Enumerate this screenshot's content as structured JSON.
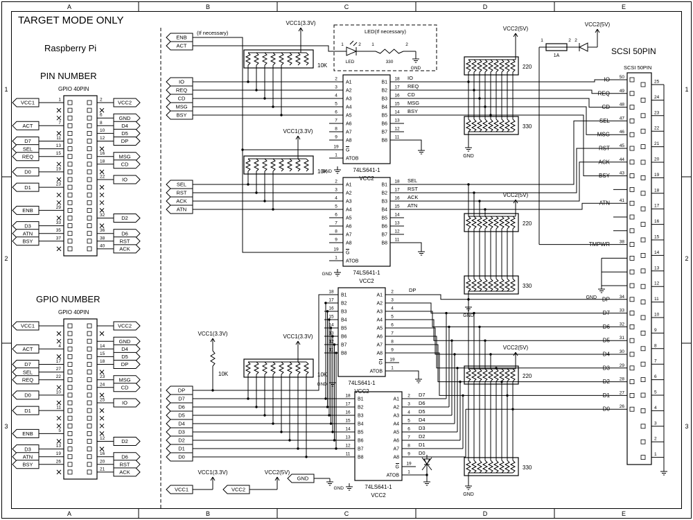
{
  "title": "TARGET MODE ONLY",
  "frame": {
    "cols": [
      "A",
      "B",
      "C",
      "D",
      "E"
    ],
    "rows": [
      "1",
      "2",
      "3"
    ]
  },
  "rpi": {
    "name": "Raspberry Pi",
    "pin_heading": "PIN NUMBER",
    "gpio_heading": "GPIO NUMBER",
    "connector_label": "GPIO 40PIN",
    "pin_left": [
      {
        "s": "VCC1",
        "n": "1",
        "row": 1
      },
      {
        "s": "ACT",
        "n": "7",
        "row": 4
      },
      {
        "s": "D7",
        "n": "11",
        "row": 6
      },
      {
        "s": "SEL",
        "n": "13",
        "row": 7
      },
      {
        "s": "REQ",
        "n": "15",
        "row": 8
      },
      {
        "s": "D0",
        "n": "19",
        "row": 10
      },
      {
        "s": "D1",
        "n": "23",
        "row": 12
      },
      {
        "s": "ENB",
        "n": "29",
        "row": 15
      },
      {
        "s": "D3",
        "n": "33",
        "row": 17
      },
      {
        "s": "ATN",
        "n": "35",
        "row": 18
      },
      {
        "s": "BSY",
        "n": "37",
        "row": 19
      }
    ],
    "pin_right": [
      {
        "s": "VCC2",
        "n": "2",
        "row": 1
      },
      {
        "s": "GND",
        "n": "6",
        "row": 3
      },
      {
        "s": "D4",
        "n": "8",
        "row": 4
      },
      {
        "s": "D5",
        "n": "10",
        "row": 5
      },
      {
        "s": "DP",
        "n": "12",
        "row": 6
      },
      {
        "s": "MSG",
        "n": "16",
        "row": 8
      },
      {
        "s": "CD",
        "n": "18",
        "row": 9
      },
      {
        "s": "IO",
        "n": "22",
        "row": 11
      },
      {
        "s": "D2",
        "n": "32",
        "row": 16
      },
      {
        "s": "D6",
        "n": "36",
        "row": 18
      },
      {
        "s": "RST",
        "n": "38",
        "row": 19
      },
      {
        "s": "ACK",
        "n": "40",
        "row": 20
      }
    ],
    "gpio_left": [
      {
        "s": "VCC1",
        "n": "",
        "row": 1
      },
      {
        "s": "ACT",
        "n": "4",
        "row": 4
      },
      {
        "s": "D7",
        "n": "17",
        "row": 6
      },
      {
        "s": "SEL",
        "n": "27",
        "row": 7
      },
      {
        "s": "REQ",
        "n": "22",
        "row": 8
      },
      {
        "s": "D0",
        "n": "10",
        "row": 10
      },
      {
        "s": "D1",
        "n": "11",
        "row": 12
      },
      {
        "s": "ENB",
        "n": "5",
        "row": 15
      },
      {
        "s": "D3",
        "n": "13",
        "row": 17
      },
      {
        "s": "ATN",
        "n": "19",
        "row": 18
      },
      {
        "s": "BSY",
        "n": "26",
        "row": 19
      }
    ],
    "gpio_right": [
      {
        "s": "VCC2",
        "n": "",
        "row": 1
      },
      {
        "s": "GND",
        "n": "",
        "row": 3
      },
      {
        "s": "D4",
        "n": "14",
        "row": 4
      },
      {
        "s": "D5",
        "n": "15",
        "row": 5
      },
      {
        "s": "DP",
        "n": "18",
        "row": 6
      },
      {
        "s": "MSG",
        "n": "23",
        "row": 8
      },
      {
        "s": "CD",
        "n": "24",
        "row": 9
      },
      {
        "s": "IO",
        "n": "25",
        "row": 11
      },
      {
        "s": "D2",
        "n": "12",
        "row": 16
      },
      {
        "s": "D6",
        "n": "16",
        "row": 18
      },
      {
        "s": "RST",
        "n": "20",
        "row": 19
      },
      {
        "s": "ACK",
        "n": "21",
        "row": 20
      }
    ]
  },
  "flags": {
    "enb": "ENB",
    "act": "ACT",
    "note": "(If necessary)",
    "g1": [
      "IO",
      "REQ",
      "CD",
      "MSG",
      "BSY"
    ],
    "g2": [
      "SEL",
      "RST",
      "ACK",
      "ATN"
    ],
    "data": [
      "DP",
      "D7",
      "D6",
      "D5",
      "D4",
      "D3",
      "D2",
      "D1",
      "D0"
    ]
  },
  "power": {
    "vcc1": "VCC1(3.3V)",
    "vcc2": "VCC2(5V)",
    "gnd": "GND",
    "vcc1_flag": "VCC1",
    "vcc2_flag": "VCC2",
    "gnd_flag": "GND"
  },
  "led": {
    "box_label": "LED(If necessary)",
    "led_label": "LED",
    "res_value": "330",
    "pins": [
      "1",
      "2",
      "1",
      "2"
    ]
  },
  "fuse": {
    "value": "1A",
    "pin1": "1",
    "pin2": "2",
    "diode_pin": "2"
  },
  "nets": {
    "r10k": [
      "10K",
      "10K",
      "10K",
      "10K"
    ],
    "t220": [
      "220",
      "220",
      "220"
    ],
    "t330": [
      "330",
      "330",
      "330"
    ]
  },
  "ics": [
    {
      "part": "74LS641-1",
      "power": "VCC2",
      "gnd": "GND",
      "left": [
        {
          "p": "2",
          "l": "A1"
        },
        {
          "p": "3",
          "l": "A2"
        },
        {
          "p": "4",
          "l": "A3"
        },
        {
          "p": "5",
          "l": "A4"
        },
        {
          "p": "6",
          "l": "A5"
        },
        {
          "p": "7",
          "l": "A6"
        },
        {
          "p": "8",
          "l": "A7"
        },
        {
          "p": "9",
          "l": "A8"
        }
      ],
      "right": [
        {
          "l": "B1",
          "p": "18"
        },
        {
          "l": "B2",
          "p": "17"
        },
        {
          "l": "B3",
          "p": "16"
        },
        {
          "l": "B4",
          "p": "15"
        },
        {
          "l": "B5",
          "p": "14"
        },
        {
          "l": "B6",
          "p": "13"
        },
        {
          "l": "B7",
          "p": "12"
        },
        {
          "l": "B8",
          "p": "11"
        }
      ],
      "g": {
        "l": "G",
        "p": "19"
      },
      "dir": {
        "l": "ATOB",
        "p": "1"
      },
      "outs": [
        "IO",
        "REQ",
        "CD",
        "MSG",
        "BSY"
      ]
    },
    {
      "part": "74LS641-1",
      "power": "VCC2",
      "gnd": "GND",
      "left": [
        {
          "p": "2",
          "l": "A1"
        },
        {
          "p": "3",
          "l": "A2"
        },
        {
          "p": "4",
          "l": "A3"
        },
        {
          "p": "5",
          "l": "A4"
        },
        {
          "p": "6",
          "l": "A5"
        },
        {
          "p": "7",
          "l": "A6"
        },
        {
          "p": "8",
          "l": "A7"
        },
        {
          "p": "9",
          "l": "A8"
        }
      ],
      "right": [
        {
          "l": "B1",
          "p": "18"
        },
        {
          "l": "B2",
          "p": "17"
        },
        {
          "l": "B3",
          "p": "16"
        },
        {
          "l": "B4",
          "p": "15"
        },
        {
          "l": "B5",
          "p": "14"
        },
        {
          "l": "B6",
          "p": "13"
        },
        {
          "l": "B7",
          "p": "12"
        },
        {
          "l": "B8",
          "p": "11"
        }
      ],
      "g": {
        "l": "G",
        "p": "19"
      },
      "dir": {
        "l": "ATOB",
        "p": "1"
      },
      "outs": [
        "SEL",
        "RST",
        "ACK",
        "ATN"
      ]
    },
    {
      "part": "74LS641-1",
      "power": "VCC2",
      "gnd": "GND",
      "left": [
        {
          "p": "18",
          "l": "B1"
        },
        {
          "p": "17",
          "l": "B2"
        },
        {
          "p": "16",
          "l": "B3"
        },
        {
          "p": "15",
          "l": "B4"
        },
        {
          "p": "14",
          "l": "B5"
        },
        {
          "p": "13",
          "l": "B6"
        },
        {
          "p": "12",
          "l": "B7"
        },
        {
          "p": "11",
          "l": "B8"
        }
      ],
      "right": [
        {
          "l": "A1",
          "p": "2"
        },
        {
          "l": "A2",
          "p": "3"
        },
        {
          "l": "A3",
          "p": "4"
        },
        {
          "l": "A4",
          "p": "5"
        },
        {
          "l": "A5",
          "p": "6"
        },
        {
          "l": "A6",
          "p": "7"
        },
        {
          "l": "A7",
          "p": "8"
        },
        {
          "l": "A8",
          "p": "9"
        }
      ],
      "g": {
        "l": "G",
        "p": "19"
      },
      "dir": {
        "l": "ATOB",
        "p": "1"
      },
      "outs": [
        "DP"
      ]
    },
    {
      "part": "74LS641-1",
      "power": "VCC2",
      "gnd": "GND",
      "left": [
        {
          "p": "18",
          "l": "B1"
        },
        {
          "p": "17",
          "l": "B2"
        },
        {
          "p": "16",
          "l": "B3"
        },
        {
          "p": "15",
          "l": "B4"
        },
        {
          "p": "14",
          "l": "B5"
        },
        {
          "p": "13",
          "l": "B6"
        },
        {
          "p": "12",
          "l": "B7"
        },
        {
          "p": "11",
          "l": "B8"
        }
      ],
      "right": [
        {
          "l": "A1",
          "p": "2"
        },
        {
          "l": "A2",
          "p": "3"
        },
        {
          "l": "A3",
          "p": "4"
        },
        {
          "l": "A4",
          "p": "5"
        },
        {
          "l": "A5",
          "p": "6"
        },
        {
          "l": "A6",
          "p": "7"
        },
        {
          "l": "A7",
          "p": "8"
        },
        {
          "l": "A8",
          "p": "9"
        }
      ],
      "g": {
        "l": "G",
        "p": "19"
      },
      "dir": {
        "l": "ATOB",
        "p": "1"
      },
      "outs": [
        "D7",
        "D6",
        "D5",
        "D4",
        "D3",
        "D2",
        "D1",
        "D0"
      ]
    }
  ],
  "scsi": {
    "heading": "SCSI 50PIN",
    "label": "SCSI 50PIN",
    "gnd": "GND",
    "signals": [
      {
        "name": "IO",
        "pin": "50"
      },
      {
        "name": "REQ",
        "pin": "49"
      },
      {
        "name": "CD",
        "pin": "48"
      },
      {
        "name": "SEL",
        "pin": "47"
      },
      {
        "name": "MSG",
        "pin": "46"
      },
      {
        "name": "RST",
        "pin": "45"
      },
      {
        "name": "ACK",
        "pin": "44"
      },
      {
        "name": "BSY",
        "pin": "43"
      },
      {
        "name": "ATN",
        "pin": "41"
      },
      {
        "name": "TMPWR",
        "pin": "38"
      },
      {
        "name": "DP",
        "pin": "34"
      },
      {
        "name": "D7",
        "pin": "33"
      },
      {
        "name": "D6",
        "pin": "32"
      },
      {
        "name": "D5",
        "pin": "31"
      },
      {
        "name": "D4",
        "pin": "30"
      },
      {
        "name": "D3",
        "pin": "29"
      },
      {
        "name": "D2",
        "pin": "28"
      },
      {
        "name": "D1",
        "pin": "27"
      },
      {
        "name": "D0",
        "pin": "26"
      }
    ],
    "right_pins": [
      "25",
      "24",
      "23",
      "22",
      "21",
      "20",
      "19",
      "18",
      "17",
      "16",
      "15",
      "14",
      "13",
      "12",
      "11",
      "10",
      "9",
      "8",
      "7",
      "6",
      "5",
      "4",
      "3",
      "2",
      "1"
    ]
  }
}
